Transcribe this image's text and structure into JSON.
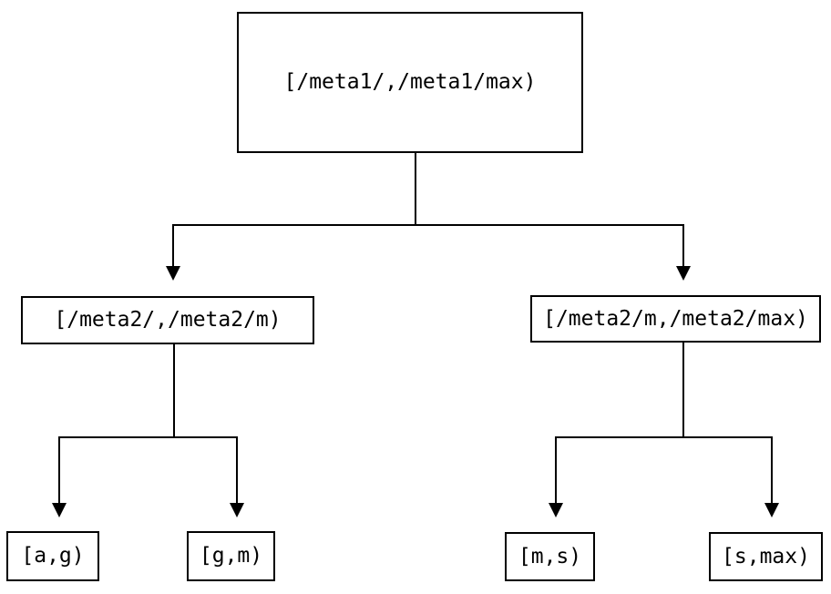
{
  "diagram": {
    "type": "tree",
    "root": {
      "label": "[/meta1/,/meta1/max)",
      "children": [
        {
          "label": "[/meta2/,/meta2/m)",
          "children": [
            {
              "label": "[a,g)"
            },
            {
              "label": "[g,m)"
            }
          ]
        },
        {
          "label": "[/meta2/m,/meta2/max)",
          "children": [
            {
              "label": "[m,s)"
            },
            {
              "label": "[s,max)"
            }
          ]
        }
      ]
    }
  },
  "colors": {
    "background": "#ffffff",
    "line": "#000000",
    "box_border": "#000000",
    "text": "#000000"
  }
}
